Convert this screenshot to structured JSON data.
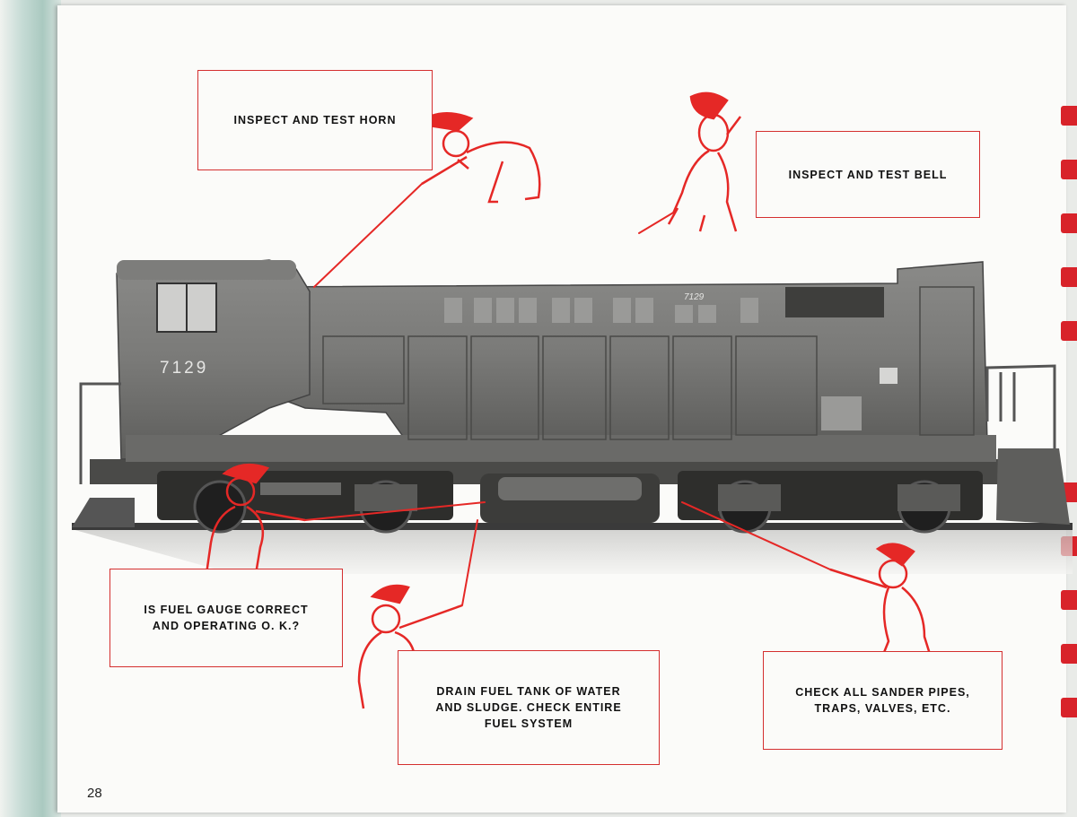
{
  "page_number": "28",
  "locomotive_number": "7129",
  "locomotive_hood_number": "7129",
  "callouts": {
    "horn": "INSPECT AND TEST HORN",
    "bell": "INSPECT AND TEST BELL",
    "fuel_gauge": "IS FUEL GAUGE CORRECT\nAND OPERATING O. K.?",
    "fuel_tank": "DRAIN FUEL TANK OF WATER\nAND SLUDGE. CHECK ENTIRE\nFUEL SYSTEM",
    "sander": "CHECK ALL SANDER PIPES,\nTRAPS, VALVES, ETC."
  },
  "colors": {
    "accent_red": "#d8232a",
    "locomotive_gray": "#6f6f6f",
    "page": "#fbfbf9"
  }
}
